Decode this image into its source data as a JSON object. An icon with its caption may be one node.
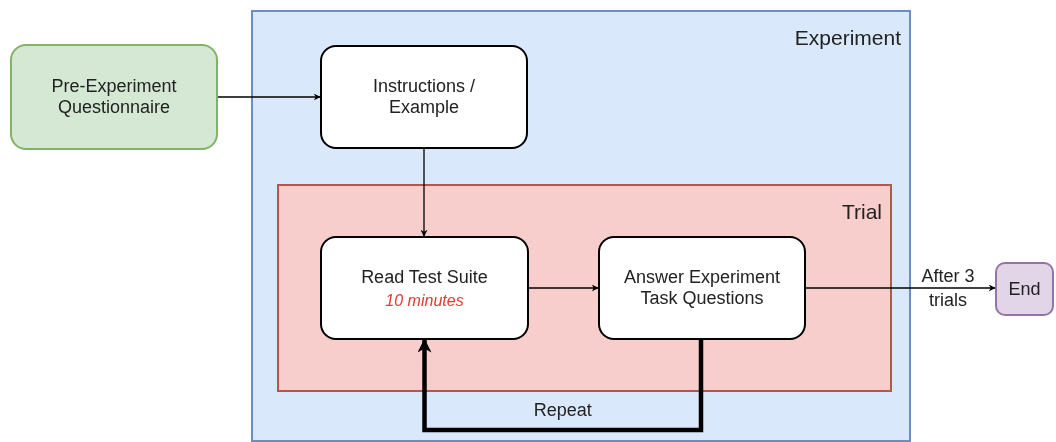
{
  "diagram": {
    "nodes": [
      {
        "text": [
          "Pre-Experiment Questionnaire"
        ]
      },
      {
        "text": [
          "Experiment"
        ]
      },
      {
        "text": [
          "Instructions / Example"
        ],
        "in": 1
      },
      {
        "text": [
          "Trial"
        ],
        "in": 1
      },
      {
        "text": [
          "Read Test Suite",
          "10 minutes"
        ],
        "in": 3
      },
      {
        "text": [
          "Answer Experiment Task Questions"
        ],
        "in": 3
      },
      {
        "text": [
          "End"
        ]
      }
    ],
    "edges": [
      {
        "from": 0,
        "to": 2,
        "arrow": "to"
      },
      {
        "from": 2,
        "to": 4,
        "arrow": "to"
      },
      {
        "from": 4,
        "to": 5,
        "arrow": "to"
      },
      {
        "from": 5,
        "to": 6,
        "arrow": "to",
        "label": "After 3 trials"
      },
      {
        "from": 5,
        "to": 4,
        "arrow": "to",
        "label": "Repeat",
        "style": "thick"
      }
    ]
  }
}
